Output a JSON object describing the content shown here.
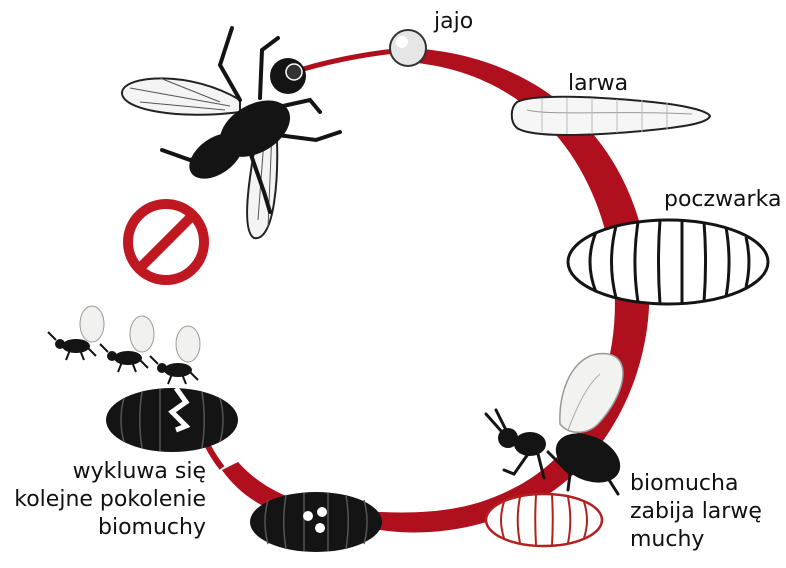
{
  "labels": {
    "egg": "jajo",
    "larva": "larwa",
    "pupa": "poczwarka",
    "parasitoid": [
      "biomucha",
      "zabija larwę",
      "muchy"
    ],
    "new_generation": [
      "wykluwa się",
      "kolejne pokolenie",
      "biomuchy"
    ]
  },
  "colors": {
    "cycle": "#b0101e",
    "stop": "#c01820",
    "dark": "#141414",
    "parasitized_pupa": "#b32020"
  },
  "icons": [
    "housefly-icon",
    "egg-icon",
    "larva-icon",
    "pupa-icon",
    "parasitoid-wasp-icon",
    "parasitized-pupa-icon",
    "pupa-with-exit-holes-icon",
    "hatched-pupa-icon",
    "wasp-swarm-icon",
    "prohibited-icon"
  ]
}
